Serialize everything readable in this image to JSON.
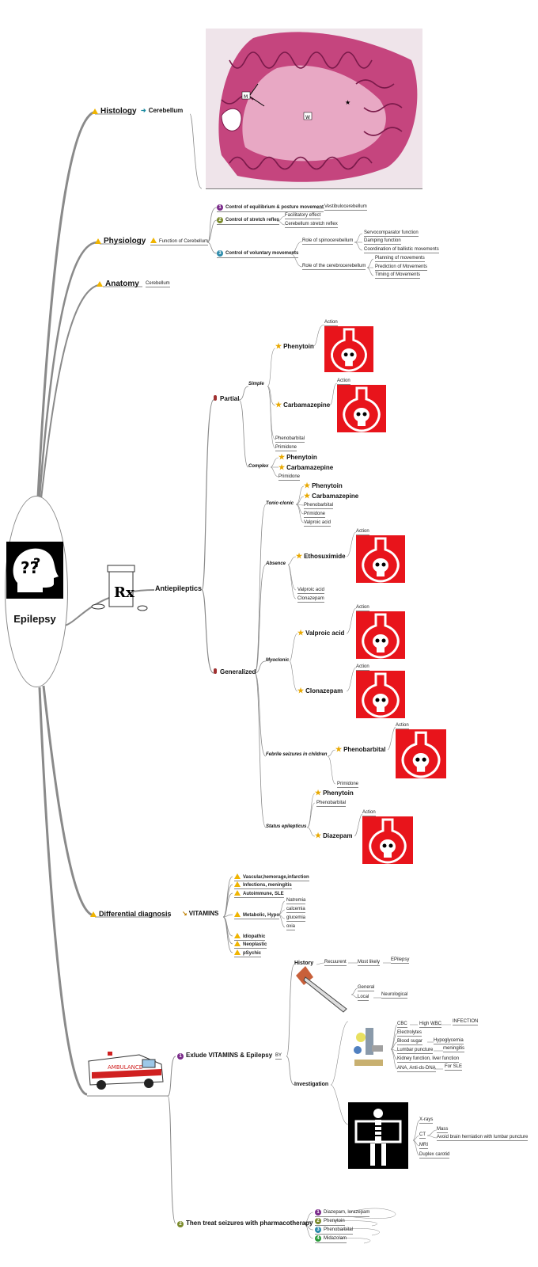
{
  "central": {
    "title": "Epilepsy"
  },
  "histology": {
    "label": "Histology",
    "child": "Cerebellum",
    "img_labels": [
      "M",
      "W"
    ]
  },
  "physiology": {
    "label": "Physiology",
    "function": "Function of Cerebellum",
    "c1": "Control of equilibrium & posture movement",
    "c1a": "Vestibulocerebellum",
    "c2": "Control of stretch reflex",
    "c2a": "Facilitatory effect",
    "c2b": "Cerebellum stretch reflex",
    "c3": "Control of voluntary movements",
    "spino": "Role of spinocerebellum",
    "spino1": "Servocomparator function",
    "spino2": "Damping function",
    "spino3": "Coordination of ballistic movements",
    "cerebro": "Role of the cerebrocerebellum",
    "cerebro1": "Planning of movements",
    "cerebro2": "Prediction of Movements",
    "cerebro3": "Timing of Movements"
  },
  "anatomy": {
    "label": "Anatomy",
    "child": "Cerebellum"
  },
  "antiepileptics": {
    "label": "Antiepileptics",
    "partial": "Partial",
    "simple": "Simple",
    "s_phenytoin": "Phenytoin",
    "s_carba": "Carbamazepine",
    "s_pheno": "Phenobarbital",
    "s_primi": "Primidone",
    "complex": "Complex",
    "c_phenytoin": "Phenytoin",
    "c_carba": "Carbamazepine",
    "c_primi": "Primidone",
    "generalized": "Generalized",
    "tonic": "Tonic-clonic",
    "t_phenytoin": "Phenytoin",
    "t_carba": "Carbamazepine",
    "t_pheno": "Phenobarbital",
    "t_primi": "Primidone",
    "t_valp": "Valproic acid",
    "absence": "Absence",
    "a_etho": "Ethosuximide",
    "a_valp": "Valproic acid",
    "a_clona": "Clonazepam",
    "myoclonic": "Myoclonic",
    "m_valp": "Valproic acid",
    "m_clona": "Clonazepam",
    "febrile": "Febrile seizures in children",
    "f_pheno": "Phenobarbital",
    "f_primi": "Primidone",
    "status": "Status epilepticus",
    "st_phenytoin": "Phenytoin",
    "st_pheno": "Phenobarbital",
    "st_diaz": "Diazepam",
    "action": "Action",
    "rx": "Rx"
  },
  "differential": {
    "label": "Differential diagnosis",
    "vitamins": "VITAMINS",
    "v1": "Vascular,hemorage,infarction",
    "i1": "Infections, meningitis",
    "a1": "Autoimmune, SLE",
    "m1": "Metabolic, Hypo",
    "m1a": "Natremia",
    "m1b": "calcemia",
    "m1c": "glucemia",
    "m1d": "oxia",
    "i2": "Idiopathic",
    "n1": "Neoplastic",
    "p1": "pSychic"
  },
  "exclude": {
    "label": "Exlude VITAMINS & Epilepsy",
    "by": "BY",
    "history": "History",
    "recurrent": "Recuurent",
    "most_likely": "Most likely",
    "epi": "EPilepsy",
    "general": "General",
    "local": "Local",
    "neuro": "Neurological",
    "investigation": "Investigation",
    "cbc": "CBC",
    "high_wbc": "High WBC",
    "infection": "INFECTION",
    "electrolytes": "Electrolytes",
    "blood_sugar": "Blood sugar",
    "hypo": "Hypoglycemia",
    "lp": "Lumbar puncture",
    "meningitis": "meningitis",
    "kidney": "Kidney function, liver function",
    "ana": "ANA, Anti-ds-DNA",
    "sle": "For SLE",
    "xrays": "X-rays",
    "ct": "CT",
    "mass": "Mass",
    "avoid": "Avoid brain herniation with lumbar puncture",
    "mri": "MRI",
    "duplex": "Duplex carotid",
    "ambulance": "AMBULANCE"
  },
  "treat": {
    "label": "Then treat seizures with pharmacotherapy",
    "t1": "Diazepam, lorazepam",
    "t2": "Phenytoin",
    "t3": "Phenobarbital",
    "t4": "Midazolam"
  },
  "colors": {
    "flask_red": "#e8141b",
    "warning": "#f0b400",
    "branch": "#888888"
  }
}
